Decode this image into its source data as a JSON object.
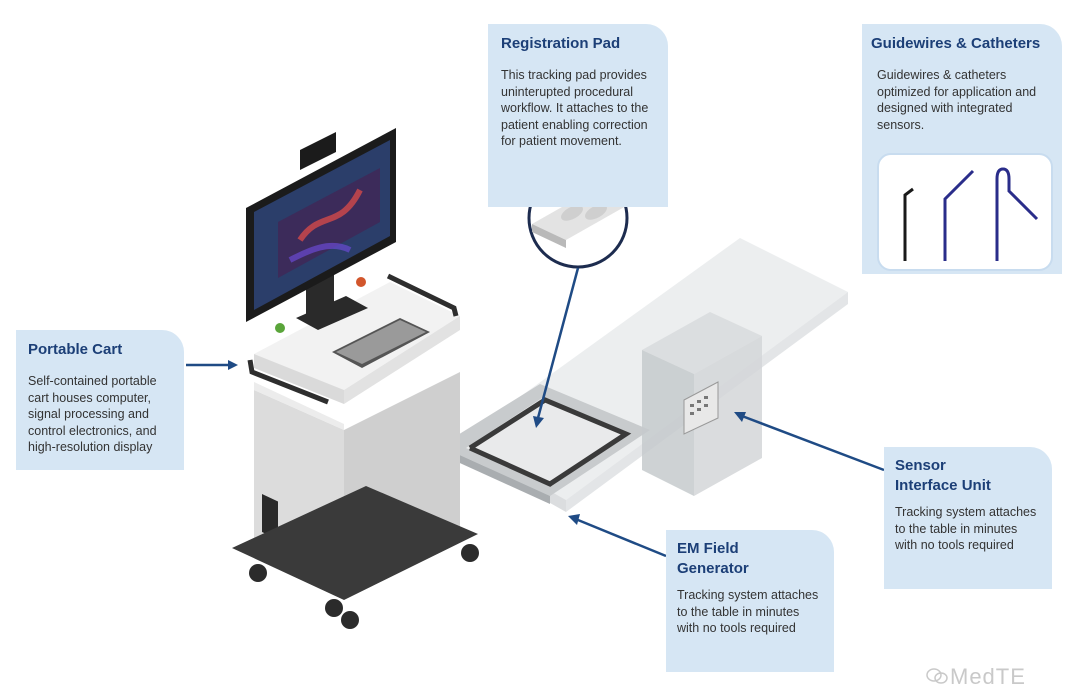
{
  "callouts": {
    "portable_cart": {
      "title": "Portable Cart",
      "body": "Self-contained portable cart houses computer, signal processing and control electronics, and high-resolution display"
    },
    "registration_pad": {
      "title": "Registration Pad",
      "body": "This tracking pad provides uninterupted procedural workflow. It attaches to the patient enabling correction for patient movement."
    },
    "guidewires": {
      "title": "Guidewires & Catheters",
      "body": "Guidewires & catheters optimized for application and designed with integrated sensors."
    },
    "sensor_interface": {
      "title_line1": "Sensor",
      "title_line2": "Interface Unit",
      "body": "Tracking system attaches to the table in minutes with no tools required"
    },
    "em_field": {
      "title_line1": "EM Field",
      "title_line2": "Generator",
      "body": "Tracking system attaches to the table in minutes with no tools required"
    }
  },
  "watermark": "MedTE",
  "colors": {
    "callout_bg": "#d6e6f4",
    "title": "#1c3f77",
    "arrow": "#1f4b85",
    "cart_body": "#dcdcdc",
    "monitor": "#222222"
  }
}
